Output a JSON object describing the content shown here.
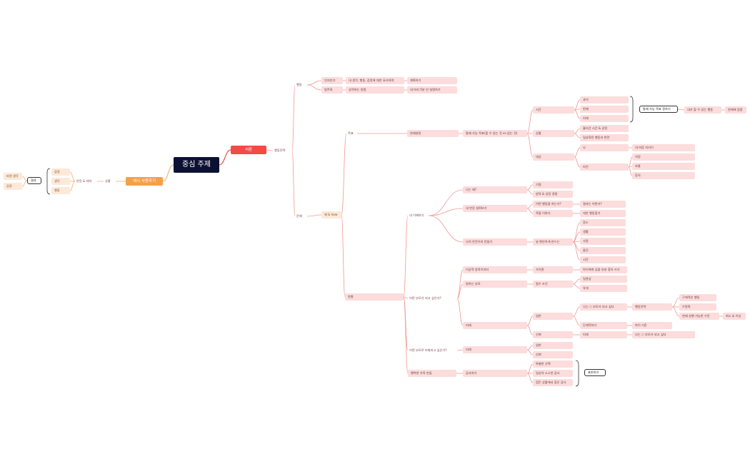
{
  "colors": {
    "root": "#0d1033",
    "main_red": "#f24b45",
    "main_orange": "#f3a04a",
    "branch": "#f29a94",
    "branch_left": "#f3b27a",
    "node_pink": "#fcdcdc",
    "node_peach": "#fde9d8"
  },
  "nodes": {
    "root": "중심 주제",
    "n1": "서론",
    "n2": "행동전략",
    "n3": "행동",
    "n4": "인지인가",
    "n5": "내 생각, 행동, 감정에 대한 묘사하며",
    "n6": "계획하기",
    "n7": "범주화",
    "n8": "성격하는 방법",
    "n9": "내 마지 5분 안 설명하기",
    "n10": "목표",
    "n11": "현재설정",
    "n12": "통제 가능 목표(할 수 있는 것 vs 없는 것)",
    "n13": "시간",
    "n14": "과거",
    "n15": "현재",
    "n16": "미래",
    "n17": "상황",
    "n18": "흘러간 시간 & 감정",
    "n19": "일상화된 행동과 반란",
    "n20": "대상",
    "n21": "나",
    "n22": "내 마음 지키기",
    "n23": "타인",
    "n24": "의정",
    "n25": "자율",
    "n26": "동의",
    "n27": "통제 가능 목표 정하기",
    "n28": "내가 할 수 있는 행동",
    "n29": "현재에 집중",
    "n30": "문제",
    "n31": "왜 & how",
    "n32": "방향",
    "n33": "내 이해하기",
    "n34": "나는 왜?",
    "n35": "기질",
    "n36": "양육 & 성장 경험",
    "n37": "내 반응 살펴보기",
    "n38": "어떤 행동을 하는가?",
    "n39": "결과는 어떤가?",
    "n40": "욕을 이야기",
    "n41": "대안 행동찾기",
    "n42": "나의 안전기지 만들기",
    "n43": "날 편안하게 만드는",
    "n44": "장소",
    "n45": "생활",
    "n46": "사람",
    "n47": "물건",
    "n48": "시간",
    "n49": "어떤 부모가 되고 싶은가?",
    "n50": "이상적 양육이미지",
    "n51": "가치관",
    "n52": "아이에게 심을 부분 찾아 쓰기",
    "n53": "원하는 부모",
    "n54": "필수 조건",
    "n55": "일관성",
    "n56": "유대",
    "n57": "미래",
    "n58": "일반",
    "n59": "나는 ○ 부모가 되고 싶다",
    "n60": "행동전략",
    "n61": "구체적인 행동",
    "n62": "수량화",
    "n63": "현재 실행 가능한 수준",
    "n64": "최소 & 이상",
    "n65": "단계적하기",
    "n66": "마이 기준",
    "n67": "신뢰",
    "n68": "미래",
    "n69": "나는 ○ 부모가 되고 싶다",
    "n70": "어떤 부모로 비춰지고 싶은가?",
    "n71": "미래",
    "n72": "일반",
    "n73": "신뢰",
    "n74": "행복한 가족 만들",
    "n75": "감사하기",
    "n76": "특별한 선택",
    "n77": "일상의 소소한 감사",
    "n78": "힘든 상황에서 찾은 감사",
    "n79": "표현하기",
    "n80": "예시 사용하기",
    "n81": "상황",
    "n82": "반응 & 대처",
    "n83": "감정",
    "n84": "생각",
    "n85": "행동",
    "n86": "결과",
    "n87": "바뀐 생각",
    "n88": "감정"
  }
}
